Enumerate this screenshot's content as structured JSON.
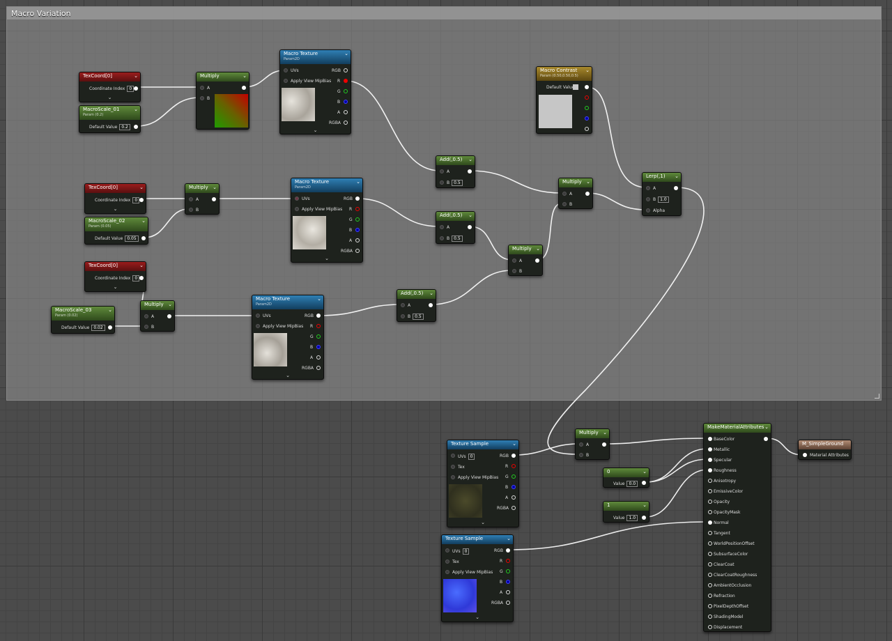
{
  "comment": {
    "title": "Macro Variation"
  },
  "labels": {
    "coord_index": "Coordinate Index",
    "default_value": "Default Value",
    "value": "Value",
    "uvs": "UVs",
    "tex": "Tex",
    "apply_mip": "Apply View MipBias",
    "a": "A",
    "b": "B",
    "alpha": "Alpha",
    "rgb": "RGB",
    "r": "R",
    "g": "G",
    "ch_b": "B",
    "ch_a": "A",
    "rgba": "RGBA",
    "expand": "⌄",
    "chev": "⌄"
  },
  "nodes": {
    "texcoord1": {
      "title": "TexCoord[0]",
      "index": "0"
    },
    "macroscale1": {
      "title": "MacroScale_01",
      "sub": "Param (0.2)",
      "value": "0.2"
    },
    "multiply1": {
      "title": "Multiply"
    },
    "macrotex1": {
      "title": "Macro Texture",
      "sub": "Param2D"
    },
    "contrast": {
      "title": "Macro Contrast",
      "sub": "Param (0.50,0.50,0.5)"
    },
    "add1": {
      "title": "Add(,0.5)",
      "b": "0.5"
    },
    "lerp": {
      "title": "Lerp(,1)",
      "b": "1.0"
    },
    "multiply_b": {
      "title": "Multiply"
    },
    "texcoord2": {
      "title": "TexCoord[0]",
      "index": "0"
    },
    "macroscale2": {
      "title": "MacroScale_02",
      "sub": "Param (0.05)",
      "value": "0.05"
    },
    "multiply2": {
      "title": "Multiply"
    },
    "macrotex2": {
      "title": "Macro Texture",
      "sub": "Param2D"
    },
    "add2": {
      "title": "Add(,0.5)",
      "b": "0.5"
    },
    "multiply_c": {
      "title": "Multiply"
    },
    "texcoord3": {
      "title": "TexCoord[0]",
      "index": "0"
    },
    "macroscale3": {
      "title": "MacroScale_03",
      "sub": "Param (0.02)",
      "value": "0.02"
    },
    "multiply3": {
      "title": "Multiply"
    },
    "macrotex3": {
      "title": "Macro Texture",
      "sub": "Param2D"
    },
    "add3": {
      "title": "Add(,0.5)",
      "b": "0.5"
    },
    "multiply_final": {
      "title": "Multiply"
    },
    "make": {
      "title": "MakeMaterialAttributes",
      "inputs": [
        "BaseColor",
        "Metallic",
        "Specular",
        "Roughness",
        "Anisotropy",
        "EmissiveColor",
        "Opacity",
        "OpacityMask",
        "Normal",
        "Tangent",
        "WorldPositionOffset",
        "SubsurfaceColor",
        "ClearCoat",
        "ClearCoatRoughness",
        "AmbientOcclusion",
        "Refraction",
        "PixelDepthOffset",
        "ShadingModel",
        "Displacement"
      ]
    },
    "output": {
      "title": "M_SimpleGround",
      "input": "Material Attributes"
    },
    "const0": {
      "title": "0",
      "value": "0.0"
    },
    "const1": {
      "title": "1",
      "value": "1.0"
    },
    "texsample1": {
      "title": "Texture Sample",
      "uvs": "0"
    },
    "texsample2": {
      "title": "Texture Sample",
      "uvs": "0"
    }
  },
  "colors": {
    "wire": "#ffffff",
    "red_pin": "#ee0000",
    "green_pin": "#22cc22",
    "blue_pin": "#2233ff"
  }
}
